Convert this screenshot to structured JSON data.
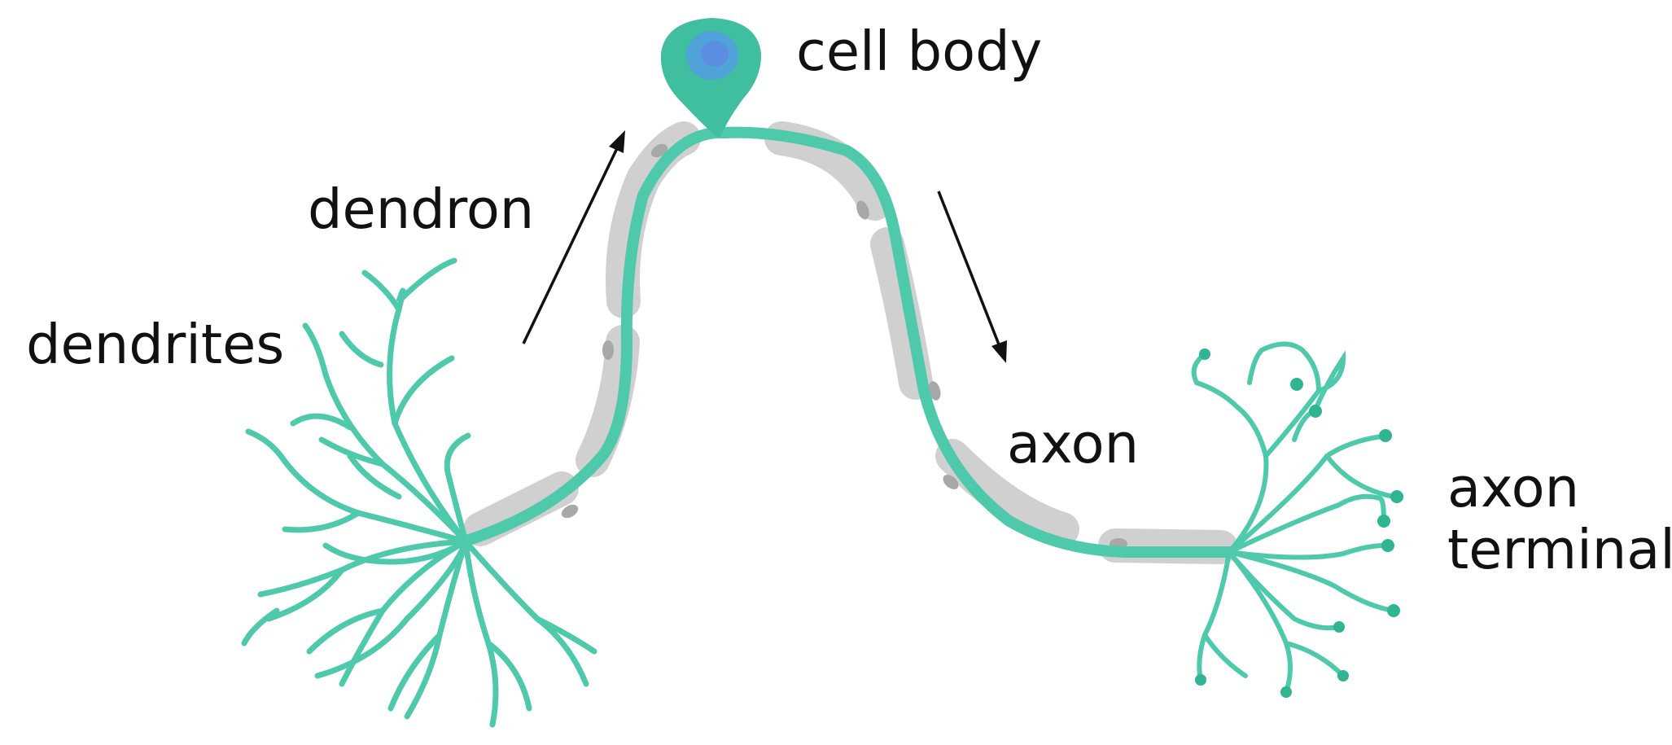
{
  "labels": {
    "cell_body": "cell body",
    "dendron": "dendron",
    "dendrites": "dendrites",
    "axon": "axon",
    "axon_terminal_line1": "axon",
    "axon_terminal_line2": "terminal"
  },
  "colors": {
    "neuron": "#4fc9ac",
    "neuron_dark": "#2fb592",
    "nucleus": "#5b8de0",
    "myelin": "#cfcfcf",
    "myelin_node": "#a9a9a9",
    "arrow": "#111111"
  }
}
